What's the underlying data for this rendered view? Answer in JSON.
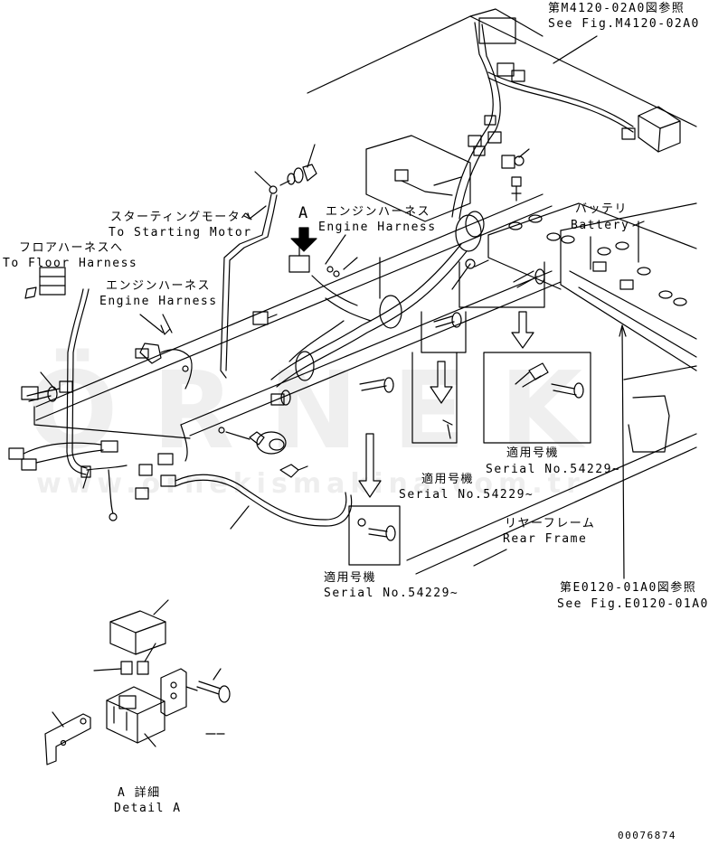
{
  "labels": {
    "fig_ref_top_jp": "第M4120-02A0図参照",
    "fig_ref_top_en": "See Fig.M4120-02A0",
    "battery_jp": "バッテリ",
    "battery_en": "Battery",
    "engine_harness_top_jp": "エンジンハーネス",
    "engine_harness_top_en": "Engine Harness",
    "starting_motor_jp": "スターティングモータへ",
    "starting_motor_en": "To Starting Motor",
    "floor_harness_jp": "フロアハーネスへ",
    "floor_harness_en": "To Floor Harness",
    "engine_harness_left_jp": "エンジンハーネス",
    "engine_harness_left_en": "Engine Harness",
    "view_arrow_a": "A",
    "serial_right_jp": "適用号機",
    "serial_right_en": "Serial No.54229~",
    "serial_mid_jp": "適用号機",
    "serial_mid_en": "Serial No.54229~",
    "serial_bottom_jp": "適用号機",
    "serial_bottom_en": "Serial No.54229~",
    "rear_frame_jp": "リヤーフレーム",
    "rear_frame_en": "Rear Frame",
    "fig_ref_bottom_jp": "第E0120-01A0図参照",
    "fig_ref_bottom_en": "See Fig.E0120-01A0",
    "detail_a_jp": "A 詳細",
    "detail_a_en": "Detail A",
    "drawing_number": "00076874"
  },
  "watermark": {
    "brand": "ÖRNEK",
    "url": "www.ornekismakina.com.tr"
  }
}
